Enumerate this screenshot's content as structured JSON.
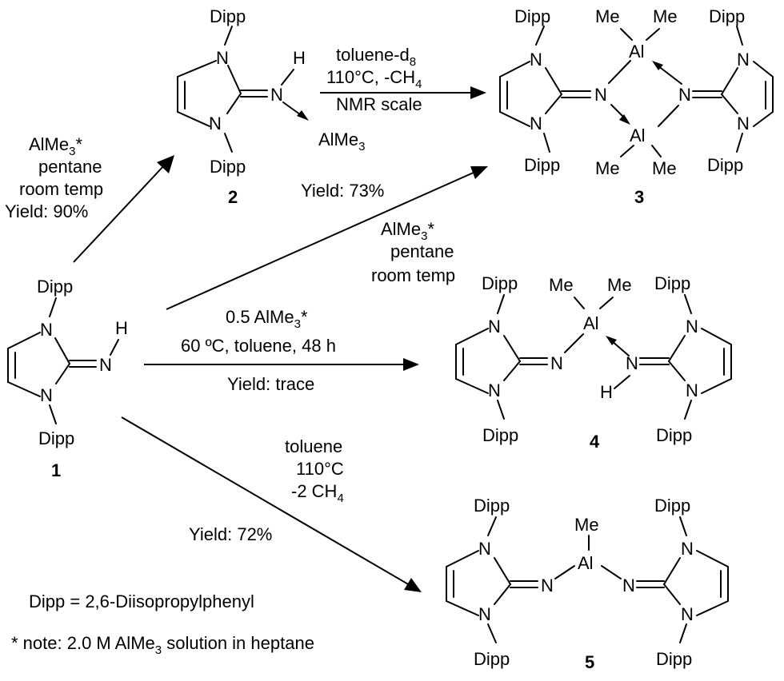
{
  "compounds": {
    "c1": {
      "number": "1",
      "substituent": "Dipp",
      "n_label": "N",
      "h_label": "H"
    },
    "c2": {
      "number": "2",
      "substituent": "Dipp",
      "n_label": "N",
      "h_label": "H",
      "al": "AlMe",
      "al_sub": "3"
    },
    "c3": {
      "number": "3",
      "substituent": "Dipp",
      "n_label": "N",
      "al": "Al",
      "me": "Me"
    },
    "c4": {
      "number": "4",
      "substituent": "Dipp",
      "n_label": "N",
      "h_label": "H",
      "al": "Al",
      "me": "Me"
    },
    "c5": {
      "number": "5",
      "substituent": "Dipp",
      "n_label": "N",
      "al": "Al",
      "me": "Me"
    }
  },
  "conditions": {
    "r1_to_2": {
      "line1_a": "AlMe",
      "line1_sub": "3",
      "line1_b": "*",
      "line2": "pentane",
      "line3": "room temp",
      "line4": "Yield: 90%"
    },
    "r2_to_3": {
      "line1_a": "toluene-d",
      "line1_sub": "8",
      "line2_a": "110°C, -CH",
      "line2_sub": "4",
      "line3": "NMR scale"
    },
    "r1_to_3": {
      "yield": "Yield: 73%",
      "line1_a": "AlMe",
      "line1_sub": "3",
      "line1_b": "*",
      "line2": "pentane",
      "line3": "room temp"
    },
    "r1_to_4": {
      "line1_a": "0.5 AlMe",
      "line1_sub": "3",
      "line1_b": "*",
      "line2": "60 ºC, toluene, 48 h",
      "line3": "Yield: trace"
    },
    "r1_to_5": {
      "line1": "toluene",
      "line2": "110°C",
      "line3": "-2 CH",
      "line3_sub": "4",
      "yield": "Yield: 72%"
    }
  },
  "footnotes": {
    "dipp_def": "Dipp = 2,6-Diisopropylphenyl",
    "note_a": "* note: 2.0 M AlMe",
    "note_sub": "3",
    "note_b": " solution in heptane"
  }
}
